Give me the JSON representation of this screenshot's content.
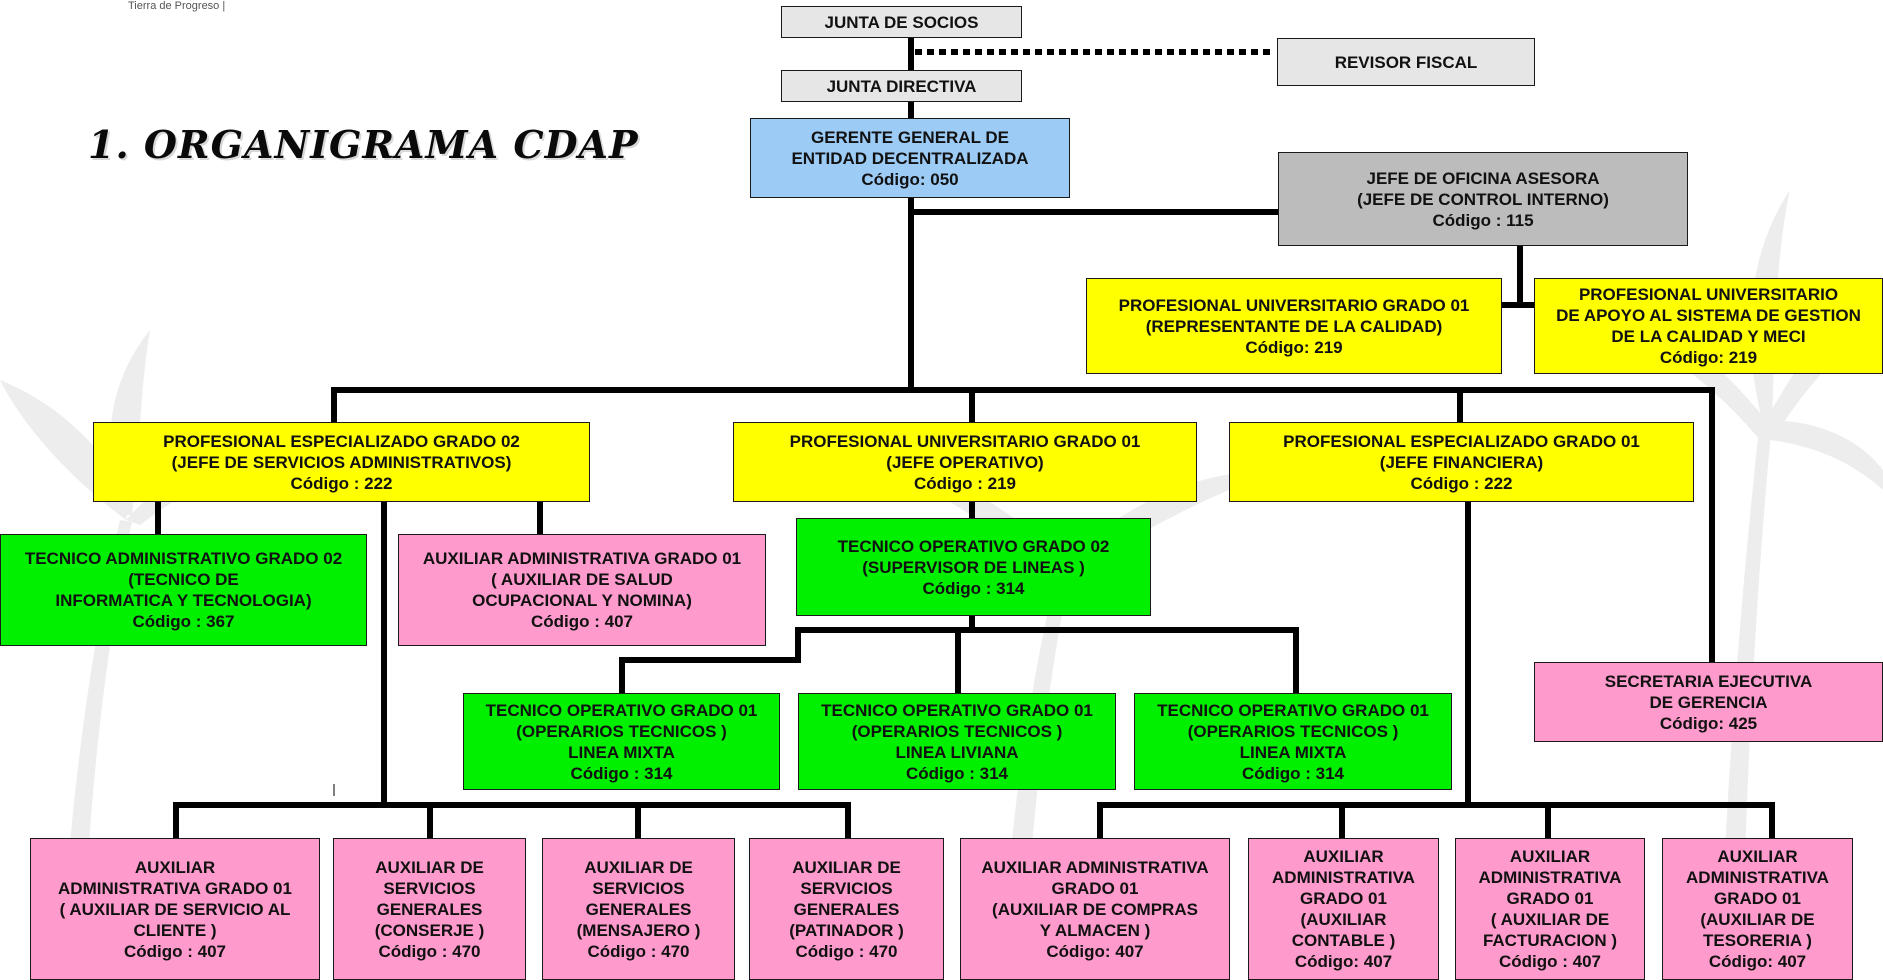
{
  "header": {
    "logo_caption": "Tierra de Progreso |",
    "title": "1. ORGANIGRAMA CDAP"
  },
  "colors": {
    "gray": "#e6e6e6",
    "dark_gray": "#bcbcbc",
    "blue": "#9ccbf6",
    "yellow": "#ffff00",
    "green": "#00f000",
    "pink": "#ff9acc"
  },
  "nodes": {
    "junta_socios": [
      "JUNTA DE SOCIOS"
    ],
    "revisor_fiscal": [
      "REVISOR FISCAL"
    ],
    "junta_directiva": [
      "JUNTA DIRECTIVA"
    ],
    "gerente": [
      "GERENTE GENERAL DE",
      "ENTIDAD DECENTRALIZADA",
      "Código: 050"
    ],
    "jefe_oficina": [
      "JEFE DE OFICINA ASESORA",
      "(JEFE DE CONTROL INTERNO)",
      "Código : 115"
    ],
    "prof_calidad": [
      "PROFESIONAL UNIVERSITARIO GRADO 01",
      "(REPRESENTANTE DE LA CALIDAD)",
      "Código: 219"
    ],
    "prof_apoyo": [
      "PROFESIONAL UNIVERSITARIO",
      "DE APOYO AL SISTEMA DE GESTION",
      "DE LA CALIDAD Y MECI",
      "Código: 219"
    ],
    "prof_admin": [
      "PROFESIONAL ESPECIALIZADO GRADO 02",
      "(JEFE DE SERVICIOS ADMINISTRATIVOS)",
      "Código : 222"
    ],
    "prof_operativo": [
      "PROFESIONAL UNIVERSITARIO GRADO 01",
      "(JEFE OPERATIVO)",
      "Código : 219"
    ],
    "prof_financiera": [
      "PROFESIONAL ESPECIALIZADO GRADO 01",
      "(JEFE FINANCIERA)",
      "Código : 222"
    ],
    "tec_admin": [
      "TECNICO ADMINISTRATIVO GRADO 02",
      "(TECNICO DE",
      "INFORMATICA Y TECNOLOGIA)",
      "Código : 367"
    ],
    "aux_salud": [
      "AUXILIAR ADMINISTRATIVA GRADO 01",
      "( AUXILIAR DE SALUD",
      "OCUPACIONAL Y NOMINA)",
      "Código : 407"
    ],
    "tec_supervisor": [
      "TECNICO OPERATIVO GRADO 02",
      "(SUPERVISOR DE LINEAS )",
      "Código : 314"
    ],
    "tec_op1": [
      "TECNICO OPERATIVO GRADO 01",
      "(OPERARIOS TECNICOS )",
      "LINEA MIXTA",
      "Código : 314"
    ],
    "tec_op2": [
      "TECNICO OPERATIVO GRADO 01",
      "(OPERARIOS TECNICOS )",
      "LINEA LIVIANA",
      "Código : 314"
    ],
    "tec_op3": [
      "TECNICO OPERATIVO GRADO 01",
      "(OPERARIOS TECNICOS )",
      "LINEA MIXTA",
      "Código : 314"
    ],
    "secretaria": [
      "SECRETARIA EJECUTIVA",
      "DE GERENCIA",
      "Código: 425"
    ],
    "aux_cliente": [
      "AUXILIAR",
      "ADMINISTRATIVA GRADO 01",
      "( AUXILIAR DE SERVICIO AL",
      "CLIENTE )",
      "Código : 407"
    ],
    "aux_conserje": [
      "AUXILIAR DE",
      "SERVICIOS",
      "GENERALES",
      "(CONSERJE )",
      "Código : 470"
    ],
    "aux_mensajero": [
      "AUXILIAR DE",
      "SERVICIOS",
      "GENERALES",
      "(MENSAJERO )",
      "Código : 470"
    ],
    "aux_patinador": [
      "AUXILIAR DE",
      "SERVICIOS",
      "GENERALES",
      "(PATINADOR )",
      "Código : 470"
    ],
    "aux_compras": [
      "AUXILIAR ADMINISTRATIVA",
      "GRADO 01",
      "(AUXILIAR DE COMPRAS",
      "Y ALMACEN )",
      "Código: 407"
    ],
    "aux_contable": [
      "AUXILIAR",
      "ADMINISTRATIVA",
      "GRADO 01",
      "(AUXILIAR",
      "CONTABLE )",
      "Código: 407"
    ],
    "aux_facturacion": [
      "AUXILIAR",
      "ADMINISTRATIVA",
      "GRADO 01",
      "( AUXILIAR DE",
      "FACTURACION )",
      "Código : 407"
    ],
    "aux_tesoreria": [
      "AUXILIAR",
      "ADMINISTRATIVA",
      "GRADO 01",
      "(AUXILIAR DE",
      "TESORERIA )",
      "Código: 407"
    ]
  }
}
